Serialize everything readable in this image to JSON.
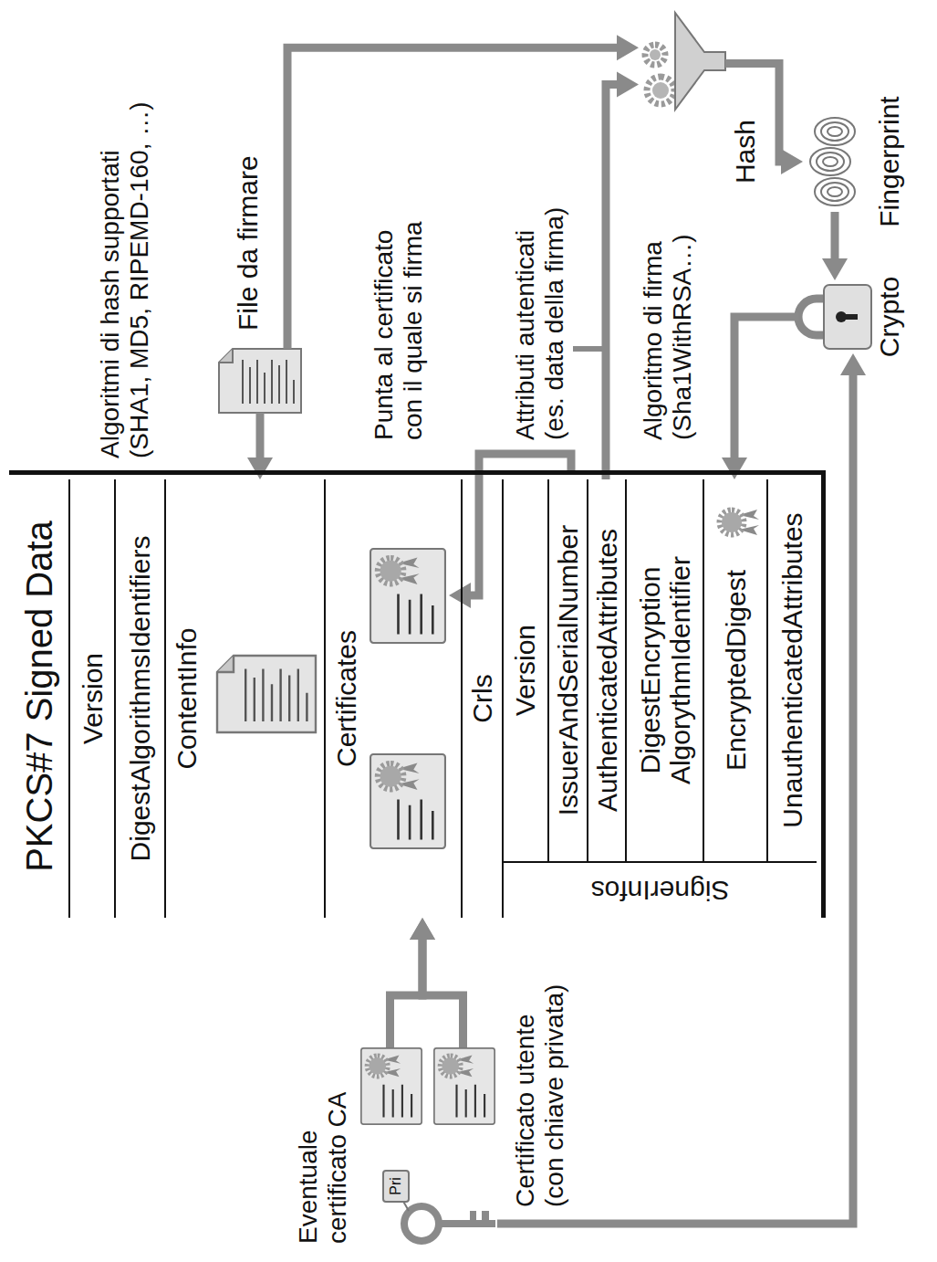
{
  "diagram": {
    "nodes": [
      {
        "text": [
          "PKCS#7 Signed Data"
        ]
      },
      {
        "text": [
          "Version"
        ],
        "in": 0
      },
      {
        "text": [
          "DigestAlgorithmsIdentifiers"
        ],
        "in": 0
      },
      {
        "text": [
          "ContentInfo"
        ],
        "in": 0
      },
      {
        "text": [
          "Certificates"
        ],
        "in": 0
      },
      {
        "text": [
          "Crls"
        ],
        "in": 0
      },
      {
        "text": [
          "SignerInfos"
        ],
        "in": 0
      },
      {
        "text": [
          "Version"
        ],
        "in": 6
      },
      {
        "text": [
          "IssuerAndSerialNumber"
        ],
        "in": 6
      },
      {
        "text": [
          "AuthenticatedAttributes"
        ],
        "in": 6
      },
      {
        "text": [
          "DigestEncryption AlgorythmIdentifier"
        ],
        "in": 6
      },
      {
        "text": [
          "EncryptedDigest"
        ],
        "in": 6
      },
      {
        "text": [
          "UnauthenticatedAttributes"
        ],
        "in": 6
      },
      {
        "text": [
          "File da firmare"
        ]
      },
      {
        "text": [
          "Hash"
        ]
      },
      {
        "text": [
          "Fingerprint"
        ]
      },
      {
        "text": [
          "Crypto"
        ]
      },
      {
        "text": [
          "Eventuale certificato CA"
        ]
      },
      {
        "text": [
          "Certificato utente (con chiave privata)"
        ]
      },
      {
        "text": [
          "Pri"
        ]
      }
    ],
    "edges": [
      {
        "from": 13,
        "to": 3,
        "arrow": "to"
      },
      {
        "from": 13,
        "to": 14,
        "arrow": "to"
      },
      {
        "from": 9,
        "to": 14,
        "arrow": "to"
      },
      {
        "from": 14,
        "to": 15,
        "arrow": "to"
      },
      {
        "from": 15,
        "to": 16,
        "arrow": "to"
      },
      {
        "from": 16,
        "to": 11,
        "arrow": "to"
      },
      {
        "from": 19,
        "to": 16,
        "arrow": "to"
      },
      {
        "from": 17,
        "to": 4,
        "arrow": "to"
      },
      {
        "from": 18,
        "to": 4,
        "arrow": "to"
      }
    ],
    "labels": [
      "Algoritmi di hash supportati (SHA1, MD5, RIPEMD-160, …)",
      "Punta al certificato con il quale si firma",
      "Attributi autenticati (es. data della firma)",
      "Algoritmo di firma (Sha1WithRSA…)"
    ]
  }
}
